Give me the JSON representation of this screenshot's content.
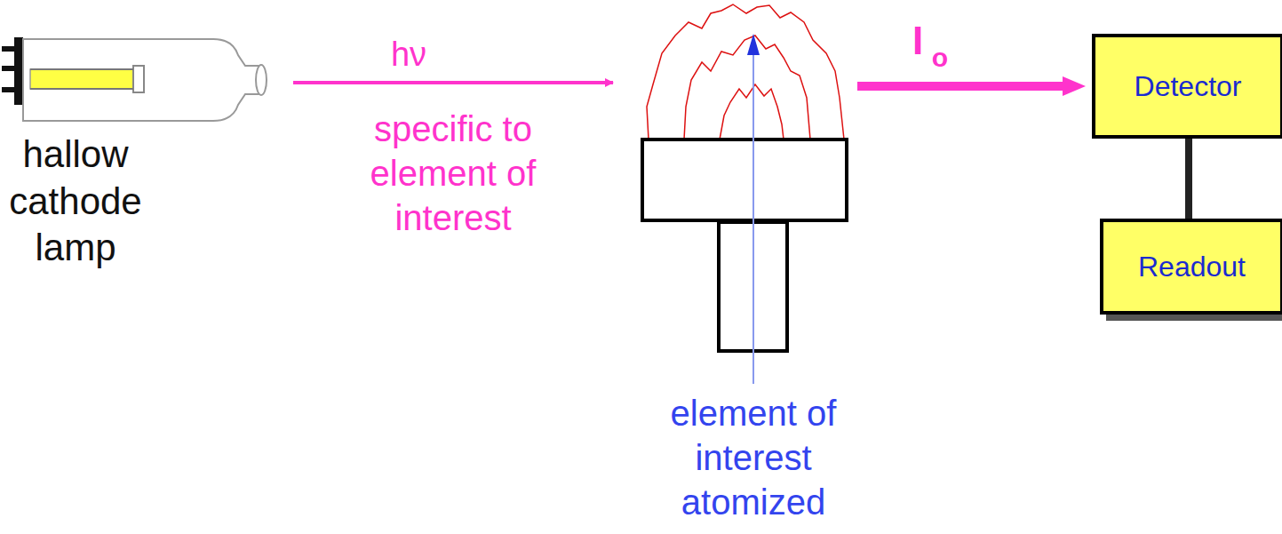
{
  "diagram": {
    "nodes": [
      {
        "text": [
          "Detector"
        ]
      },
      {
        "text": [
          "Readout"
        ]
      }
    ],
    "edges": [
      {
        "from": 0,
        "to": 1,
        "arrow": "none"
      }
    ],
    "labels": [
      "hallow cathode lamp",
      "hν",
      "specific to element of interest",
      "I",
      "o",
      "element of interest atomized"
    ]
  }
}
